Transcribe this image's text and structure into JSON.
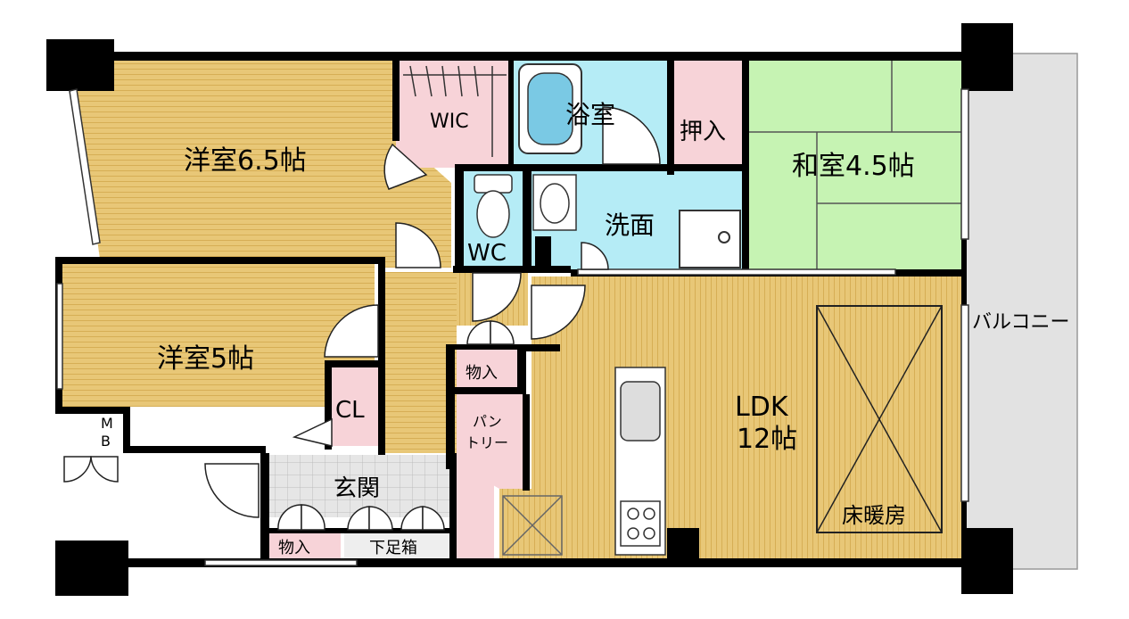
{
  "rooms": {
    "western1": "洋室6.5帖",
    "western2": "洋室5帖",
    "wic": "WIC",
    "bath": "浴室",
    "oshiire": "押入",
    "japanese": "和室4.5帖",
    "wc": "WC",
    "washroom": "洗面",
    "storage1": "物入",
    "pantry_line1": "パン",
    "pantry_line2": "トリー",
    "ldk_line1": "LDK",
    "ldk_line2": "12帖",
    "cl": "CL",
    "mb_line1": "M",
    "mb_line2": "B",
    "entrance": "玄関",
    "storage2": "物入",
    "shoebox": "下足箱",
    "floor_heating": "床暖房",
    "balcony": "バルコニー"
  },
  "colors": {
    "wood": "#e8c777",
    "pink": "#f7d3d8",
    "aqua": "#b5ecf6",
    "tatami": "#c6f3b3",
    "tile": "#e6e6e6",
    "balcony": "#e2e2e2",
    "wall": "#000000"
  }
}
